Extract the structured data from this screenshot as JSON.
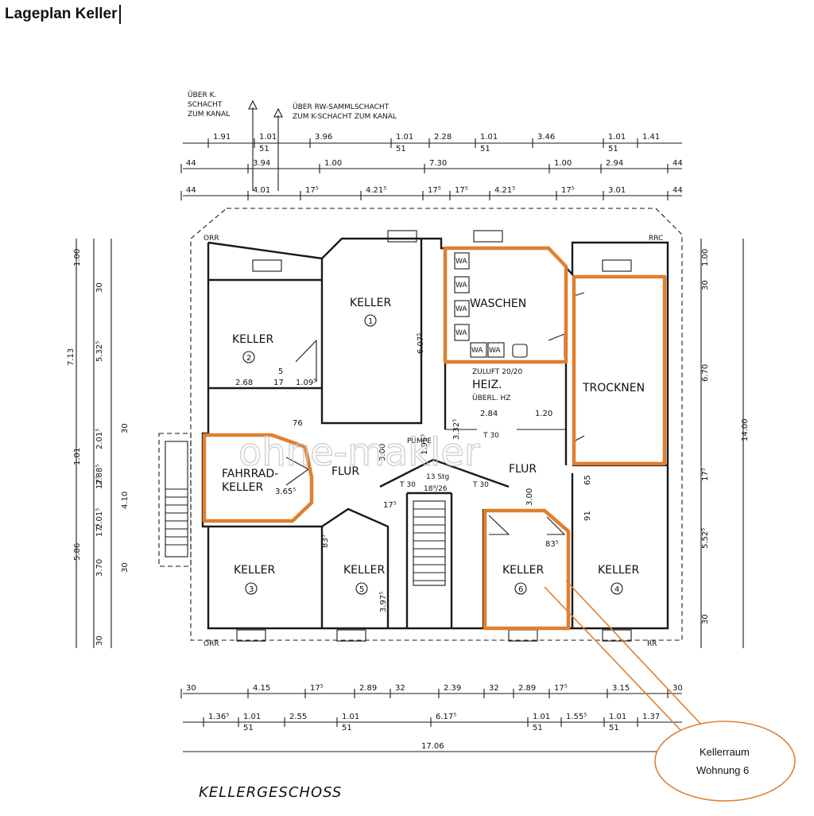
{
  "header": {
    "title": "Lageplan Keller"
  },
  "notes": {
    "top_left_1": "ÜBER K.",
    "top_left_2": "SCHACHT",
    "top_left_3": "ZUM KANAL",
    "top_mid_1": "ÜBER RW-SAMMLSCHACHT",
    "top_mid_2": "ZUM K-SCHACHT ZUM KANAL"
  },
  "rooms": {
    "keller1": "KELLER",
    "keller1_num": "1",
    "keller2": "KELLER",
    "keller2_num": "2",
    "keller3": "KELLER",
    "keller3_num": "3",
    "keller4": "KELLER",
    "keller4_num": "4",
    "keller5": "KELLER",
    "keller5_num": "5",
    "keller6": "KELLER",
    "keller6_num": "6",
    "waschen": "WASCHEN",
    "trocknen": "TROCKNEN",
    "fahrrad_1": "FAHRRAD-",
    "fahrrad_2": "KELLER",
    "flur_left": "FLUR",
    "flur_right": "FLUR",
    "zuluft": "ZULUFT 20/20",
    "heiz": "HEIZ.",
    "ueberl": "ÜBERL. HZ",
    "pumpe": "PUMPE",
    "t30_a": "T 30",
    "t30_b": "T 30",
    "t30_c": "T 30",
    "stairs_1": "13 Stg",
    "stairs_2": "18⁹/26",
    "wa": "WA",
    "orr_tl": "ORR",
    "rrc_tr": "RRC",
    "orr_bl": "ORR",
    "rr_br": "RR"
  },
  "dims": {
    "top1": [
      "1.91",
      "1.01",
      "3.96",
      "1.01",
      "2.28",
      "1.01",
      "3.46",
      "1.01",
      "1.41"
    ],
    "top1_sub": [
      "51",
      "51",
      "51",
      "51"
    ],
    "top2": [
      "44",
      "3.94",
      "1.00",
      "7.30",
      "1.00",
      "2.94",
      "44"
    ],
    "top3": [
      "44",
      "4.01",
      "17⁵",
      "4.21⁵",
      "17⁵",
      "17⁵",
      "4.21⁵",
      "17⁵",
      "3.01",
      "44"
    ],
    "bottom1": [
      "30",
      "4.15",
      "17⁵",
      "2.89",
      "32",
      "2.39",
      "32",
      "2.89",
      "17⁵",
      "3.15",
      "30"
    ],
    "bottom2": [
      "1.36⁵",
      "1.01",
      "2.55",
      "1.01",
      "6.17⁵",
      "1.01",
      "1.55⁵",
      "1.01",
      "1.37"
    ],
    "bottom2_sub": [
      "51",
      "51",
      "51",
      "51"
    ],
    "total": "17.06",
    "left": [
      "1.00",
      "30",
      "7.13",
      "5.32⁵",
      "30",
      "1.01",
      "2.01⁵",
      "17⁵",
      "2.88⁵",
      "4.10",
      "2.01⁵",
      "17⁵",
      "5.86",
      "3.70",
      "30",
      "30"
    ],
    "right": [
      "1.00",
      "30",
      "6.70",
      "14.00",
      "17⁵",
      "5.52⁵",
      "30"
    ],
    "inner": [
      "6.07⁵",
      "2.68",
      "17",
      "1.09⁵",
      "5",
      "76",
      "3.00",
      "2.84",
      "1.20",
      "17⁵",
      "3.65⁵",
      "83⁵",
      "3.97⁵",
      "3.00",
      "83⁵",
      "91",
      "65",
      "3.32⁵",
      "1.95⁵"
    ]
  },
  "watermark": "ohne-makler",
  "callout": {
    "line1": "Kellerraum",
    "line2": "Wohnung 6"
  },
  "caption": "KELLERGESCHOSS",
  "colors": {
    "highlight": "#e07f2f",
    "line": "#1a1a1a"
  }
}
